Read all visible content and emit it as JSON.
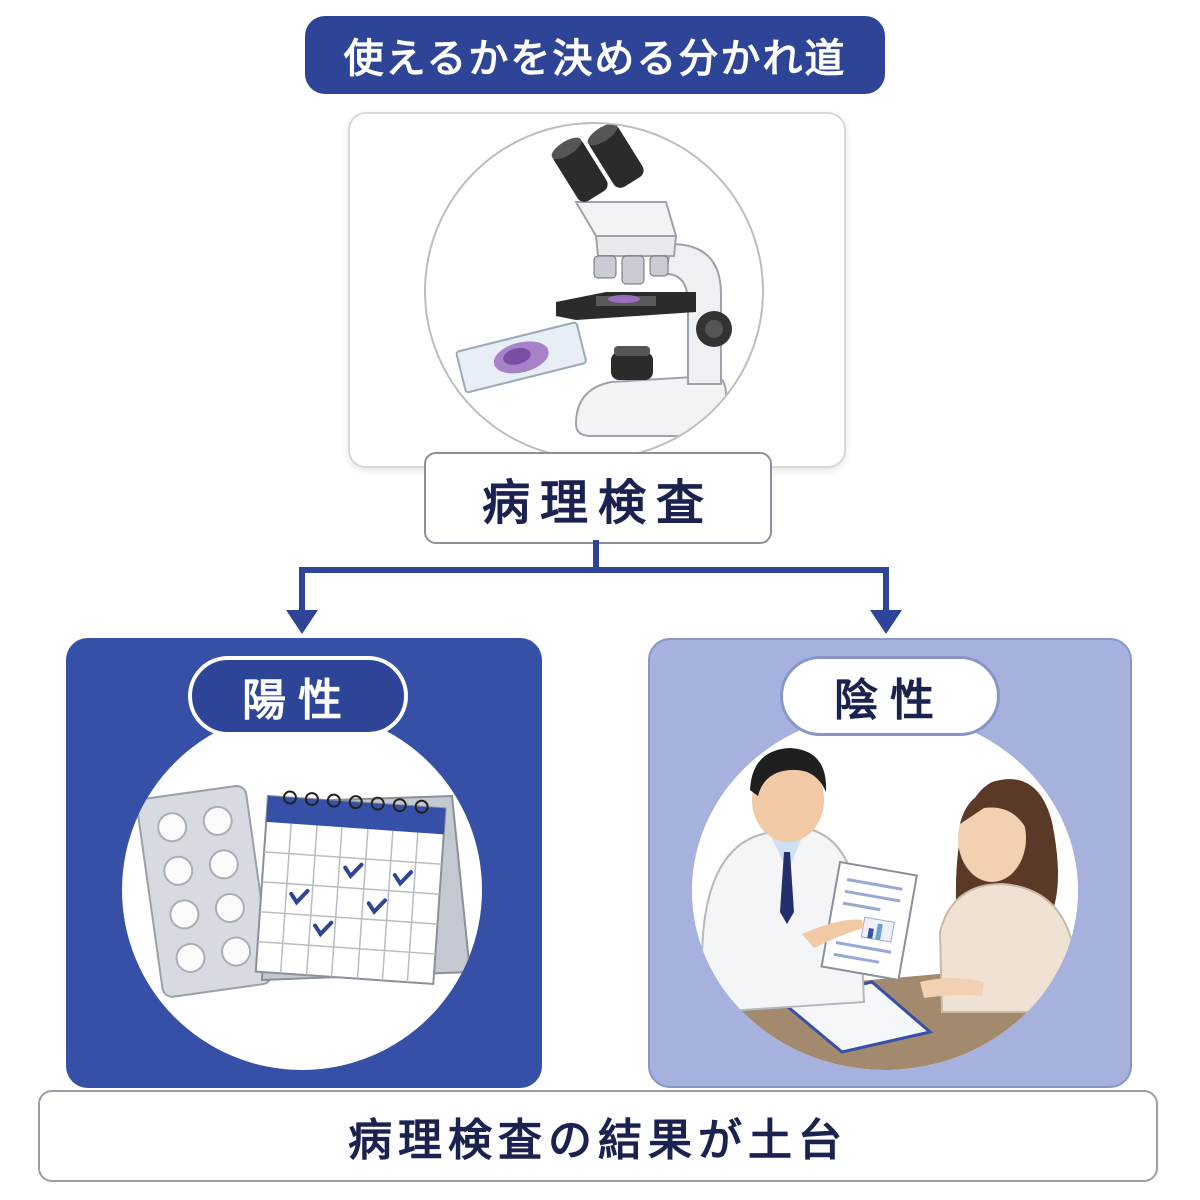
{
  "title": "使えるかを決める分かれ道",
  "top_node": {
    "label": "病理検査",
    "icon": "microscope-icon"
  },
  "branches": [
    {
      "label": "陽性",
      "icon": "medication-calendar-icon"
    },
    {
      "label": "陰性",
      "icon": "doctor-consultation-icon"
    }
  ],
  "footer": "病理検査の結果が土台",
  "colors": {
    "navy": "#2e4597",
    "panel_positive": "#3650a8",
    "panel_negative": "#a6b2dd",
    "text_dark": "#1b2250"
  }
}
